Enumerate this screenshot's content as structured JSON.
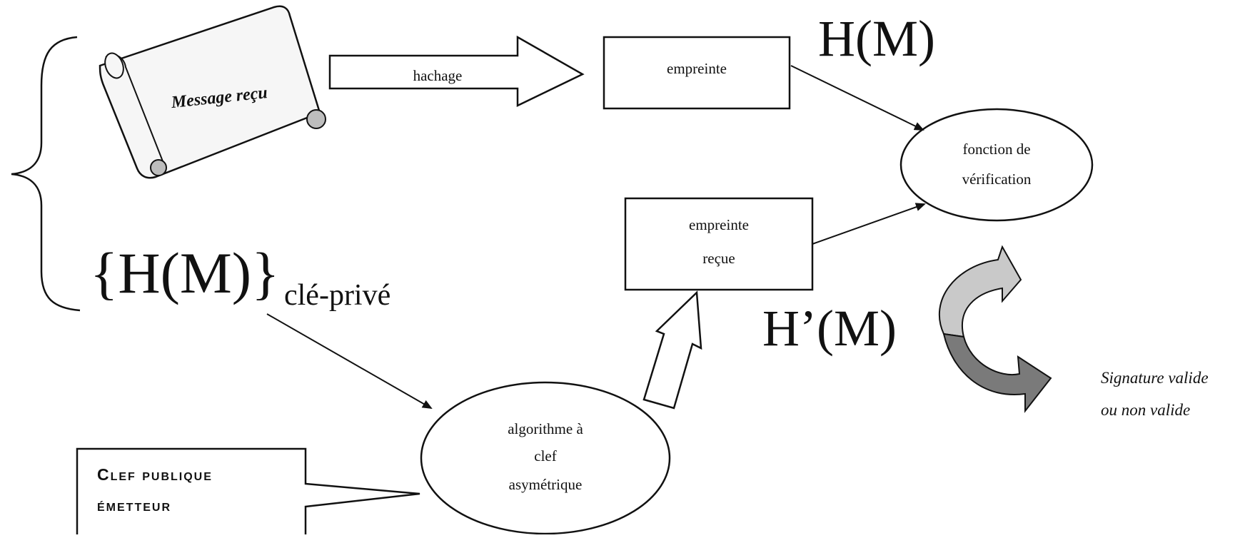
{
  "diagram": {
    "labels": {
      "message_received": "Message reçu",
      "hashing": "hachage",
      "fingerprint": "empreinte",
      "hash_top": "H(M)",
      "verification_line1": "fonction de",
      "verification_line2": "vérification",
      "received_fingerprint_line1": "empreinte",
      "received_fingerprint_line2": "reçue",
      "hash_prime": "H’(M)",
      "signed_hash_main": "{H(M)}",
      "signed_hash_sub": "clé-privé",
      "algo_line1": "algorithme à",
      "algo_line2": "clef",
      "algo_line3": "asymétrique",
      "public_key_line1": "Clef publique",
      "public_key_line2": "émetteur",
      "result_line1": "Signature valide",
      "result_line2": "ou non valide"
    },
    "colors": {
      "stroke": "#111111",
      "background": "#ffffff",
      "scroll_fill": "#f6f6f6",
      "scroll_knob": "#bdbdbd",
      "curved_arrow_light": "#c9c9c9",
      "curved_arrow_dark": "#7a7a7a"
    }
  }
}
